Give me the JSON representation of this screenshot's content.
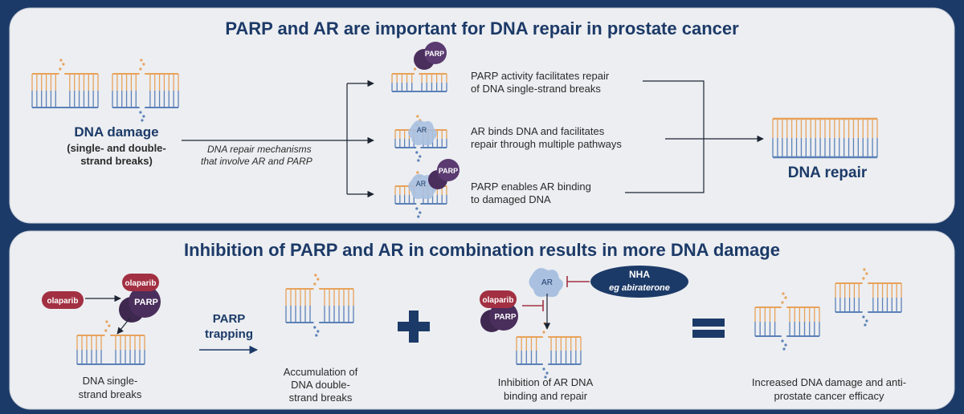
{
  "top_panel": {
    "title": "PARP and AR are important for DNA repair in prostate cancer",
    "dna_damage": {
      "heading": "DNA damage",
      "sub_line1": "(single- and double-",
      "sub_line2": "strand breaks)"
    },
    "mechanism_label": {
      "line1": "DNA repair mechanisms",
      "line2": "that involve AR and PARP"
    },
    "pathways": [
      {
        "line1": "PARP activity facilitates repair",
        "line2": "of DNA single-strand breaks"
      },
      {
        "line1": "AR binds DNA and facilitates",
        "line2": "repair through multiple pathways"
      },
      {
        "line1": "PARP enables AR binding",
        "line2": "to damaged DNA"
      }
    ],
    "dna_repair": "DNA repair",
    "parp_tag": "PARP",
    "ar_tag": "AR"
  },
  "bottom_panel": {
    "title": "Inhibition of PARP and AR in combination results in more DNA damage",
    "olaparib": "olaparib",
    "parp": "PARP",
    "ar": "AR",
    "nha": "NHA",
    "nha_example": "eg abiraterone",
    "trapping": {
      "line1": "PARP",
      "line2": "trapping"
    },
    "captions": {
      "single_strand": {
        "line1": "DNA single-",
        "line2": "strand breaks"
      },
      "accumulation": {
        "line1": "Accumulation of",
        "line2": "DNA double-",
        "line3": "strand breaks"
      },
      "inhibition": {
        "line1": "Inhibition of AR DNA",
        "line2": "binding and repair"
      },
      "increased": {
        "line1": "Increased DNA damage and anti-",
        "line2": "prostate cancer efficacy"
      }
    }
  },
  "colors": {
    "navy": "#1c3a68",
    "panel": "#eceef1",
    "dna_top": "#e8a25a",
    "dna_bottom": "#5b80b8",
    "parp": "#4a2e5c",
    "olaparib": "#a23042",
    "ar": "#a9c0e0"
  }
}
